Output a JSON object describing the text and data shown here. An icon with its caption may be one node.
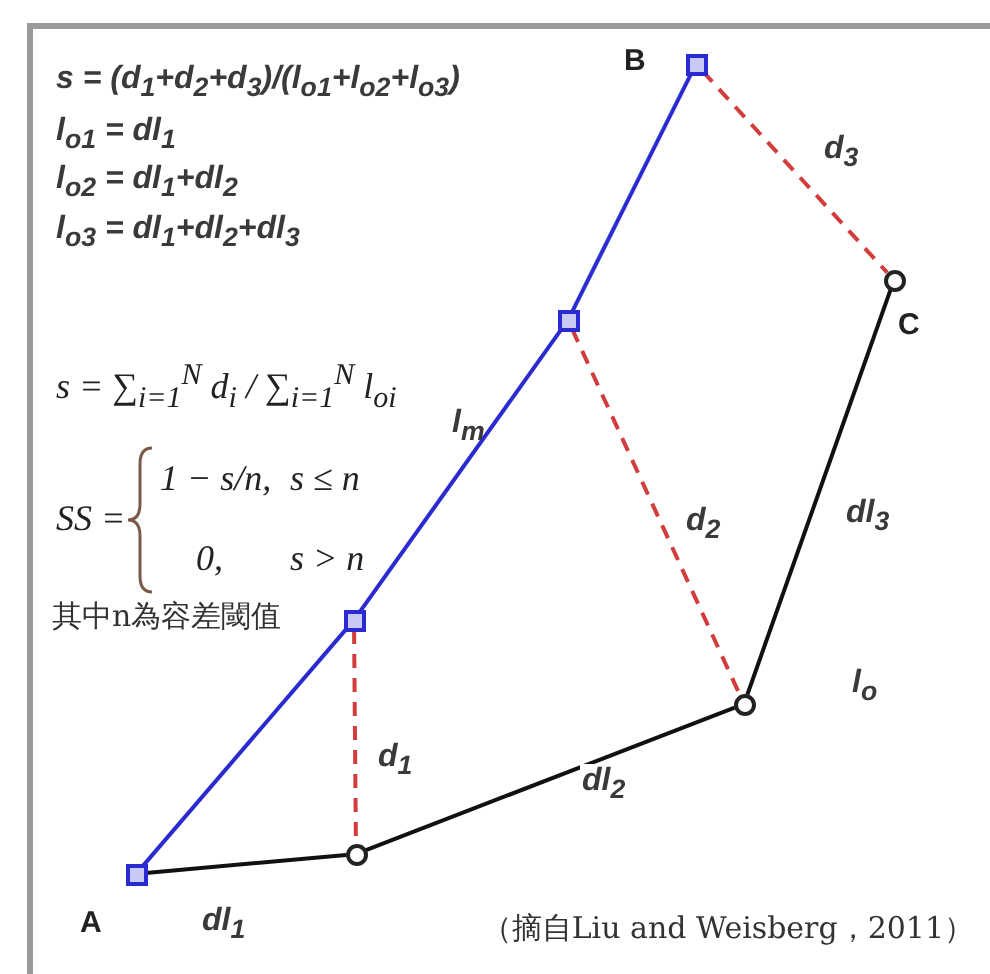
{
  "diagram": {
    "caption": "（摘自Liu and Weisberg，2011）",
    "nodes": [
      {
        "text": [],
        "shape": "box",
        "beside": [
          "A"
        ]
      },
      {
        "text": [],
        "shape": "box"
      },
      {
        "text": [],
        "shape": "box"
      },
      {
        "text": [],
        "shape": "box",
        "beside": [
          "B"
        ]
      },
      {
        "text": [],
        "shape": "circle"
      },
      {
        "text": [],
        "shape": "circle"
      },
      {
        "text": [],
        "shape": "circle",
        "beside": [
          "C"
        ]
      }
    ],
    "edges": [
      {
        "from": 0,
        "to": 1,
        "arrow": "none",
        "color": "#2a2ad0"
      },
      {
        "from": 1,
        "to": 2,
        "arrow": "none",
        "color": "#2a2ad0"
      },
      {
        "from": 2,
        "to": 3,
        "arrow": "none",
        "color": "#2a2ad0"
      },
      {
        "from": 0,
        "to": 4,
        "arrow": "none",
        "color": "#111111",
        "label": "dl$_{1}$"
      },
      {
        "from": 4,
        "to": 5,
        "arrow": "none",
        "color": "#111111",
        "label": "dl$_{2}$"
      },
      {
        "from": 5,
        "to": 6,
        "arrow": "none",
        "color": "#111111",
        "label": "dl$_{3}$"
      },
      {
        "from": 1,
        "to": 4,
        "arrow": "none",
        "style": "dashed",
        "color": "#d23c3c",
        "label": "d$_{1}$"
      },
      {
        "from": 2,
        "to": 5,
        "arrow": "none",
        "style": "dashed",
        "color": "#d23c3c",
        "label": "d$_{2}$"
      },
      {
        "from": 3,
        "to": 6,
        "arrow": "none",
        "style": "dashed",
        "color": "#d23c3c",
        "label": "d$_{3}$"
      }
    ],
    "labels": [
      "s = (d$_{1}$+d$_{2}$+d$_{3}$)/(l$_{o1}$+l$_{o2}$+l$_{o3}$)",
      "l$_{o1}$ = dl$_{1}$",
      "l$_{o2}$ = dl$_{1}$+dl$_{2}$",
      "l$_{o3}$ = dl$_{1}$+dl$_{2}$+dl$_{3}$",
      "s = ∑$_{i=1}$$^{N}$ d$_{i}$ / ∑$_{i=1}$$^{N}$ l$_{oi}$",
      "SS =",
      "1 − s/n,",
      "s ≤ n",
      "0,",
      "s > n",
      "其中n為容差閾值",
      "l$_{m}$",
      "l$_{o}$"
    ]
  }
}
